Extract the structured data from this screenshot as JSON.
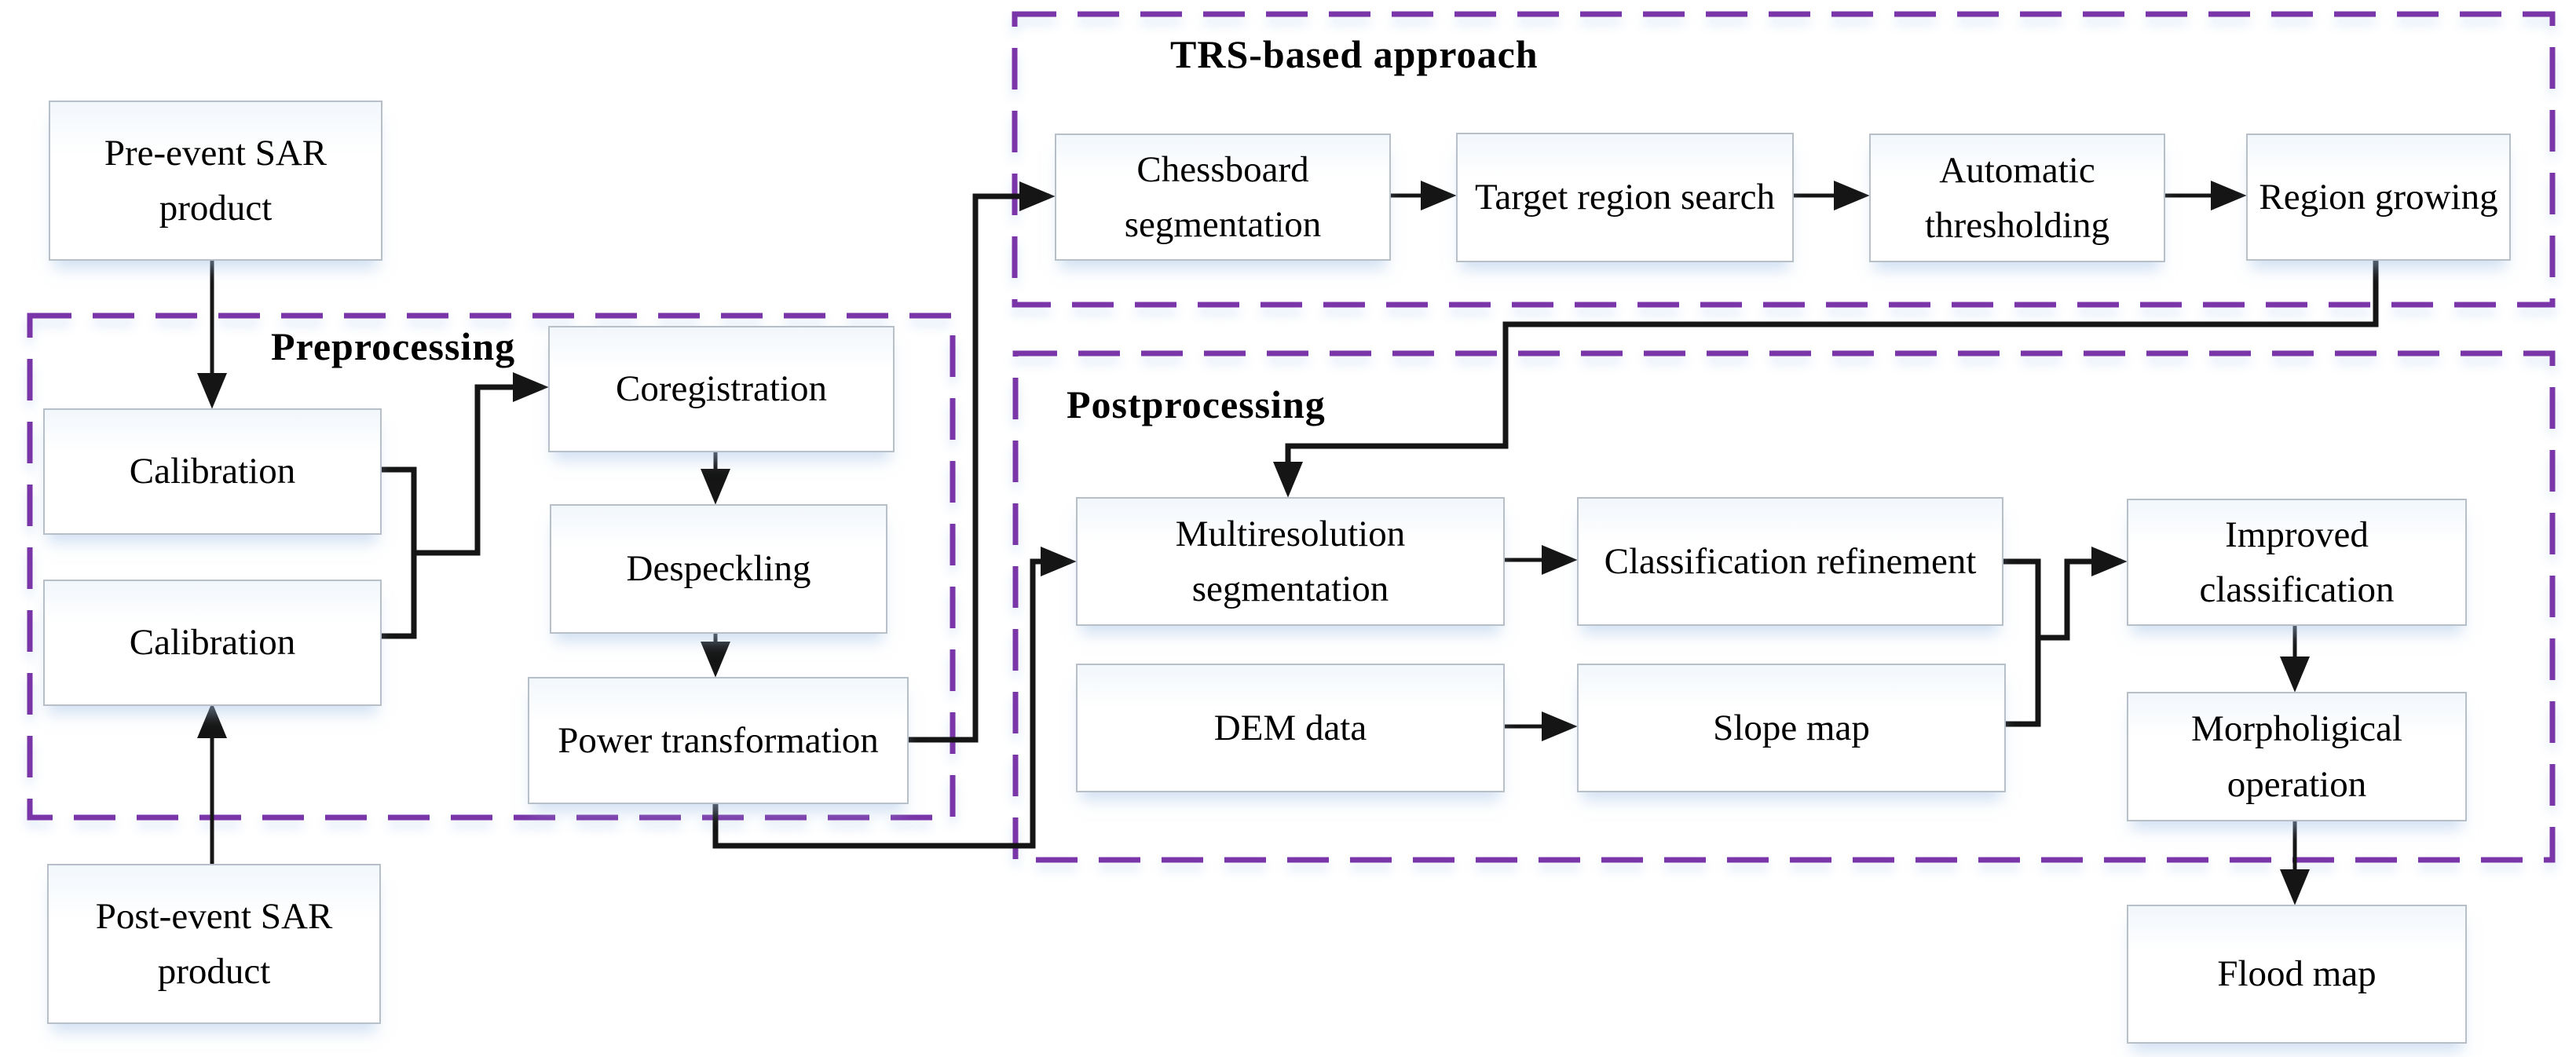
{
  "diagram_type": "flowchart",
  "containers": {
    "preprocessing": {
      "label": "Preprocessing"
    },
    "trs": {
      "label": "TRS-based approach"
    },
    "postprocessing": {
      "label": "Postprocessing"
    }
  },
  "boxes": {
    "pre_event": {
      "label": "Pre-event SAR product"
    },
    "calibration_pre": {
      "label": "Calibration"
    },
    "calibration_post": {
      "label": "Calibration"
    },
    "post_event": {
      "label": "Post-event SAR product"
    },
    "coregistration": {
      "label": "Coregistration"
    },
    "despeckling": {
      "label": "Despeckling"
    },
    "power_transformation": {
      "label": "Power transformation"
    },
    "chessboard_segmentation": {
      "label": "Chessboard segmentation"
    },
    "target_region_search": {
      "label": "Target region search"
    },
    "automatic_thresholding": {
      "label": "Automatic thresholding"
    },
    "region_growing": {
      "label": "Region growing"
    },
    "multiresolution_segmentation": {
      "label": "Multiresolution segmentation"
    },
    "classification_refinement": {
      "label": "Classification refinement"
    },
    "improved_classification": {
      "label": "Improved classification"
    },
    "dem_data": {
      "label": "DEM data"
    },
    "slope_map": {
      "label": "Slope map"
    },
    "morpholigical_operation": {
      "label": "Morpholigical operation"
    },
    "flood_map": {
      "label": "Flood map"
    }
  },
  "edges": [
    {
      "from": "Pre-event SAR product",
      "to": "Calibration (pre-event)"
    },
    {
      "from": "Post-event SAR product",
      "to": "Calibration (post-event)"
    },
    {
      "from": "Calibration (pre-event)",
      "to": "Coregistration"
    },
    {
      "from": "Calibration (post-event)",
      "to": "Coregistration"
    },
    {
      "from": "Coregistration",
      "to": "Despeckling"
    },
    {
      "from": "Despeckling",
      "to": "Power transformation"
    },
    {
      "from": "Power transformation",
      "to": "Chessboard segmentation"
    },
    {
      "from": "Chessboard segmentation",
      "to": "Target region search"
    },
    {
      "from": "Target region search",
      "to": "Automatic thresholding"
    },
    {
      "from": "Automatic thresholding",
      "to": "Region growing"
    },
    {
      "from": "Region growing",
      "to": "Multiresolution segmentation"
    },
    {
      "from": "Power transformation",
      "to": "Multiresolution segmentation"
    },
    {
      "from": "Multiresolution segmentation",
      "to": "Classification refinement"
    },
    {
      "from": "DEM data",
      "to": "Slope map"
    },
    {
      "from": "Classification refinement",
      "to": "Improved classification"
    },
    {
      "from": "Slope map",
      "to": "Improved classification"
    },
    {
      "from": "Improved classification",
      "to": "Morpholigical operation"
    },
    {
      "from": "Morpholigical operation",
      "to": "Flood map"
    }
  ],
  "colors": {
    "container_dash": "#7A35A8",
    "connector": "#151515",
    "box_border": "#b7bfc8",
    "box_fill": "#ffffff",
    "text": "#000000"
  }
}
